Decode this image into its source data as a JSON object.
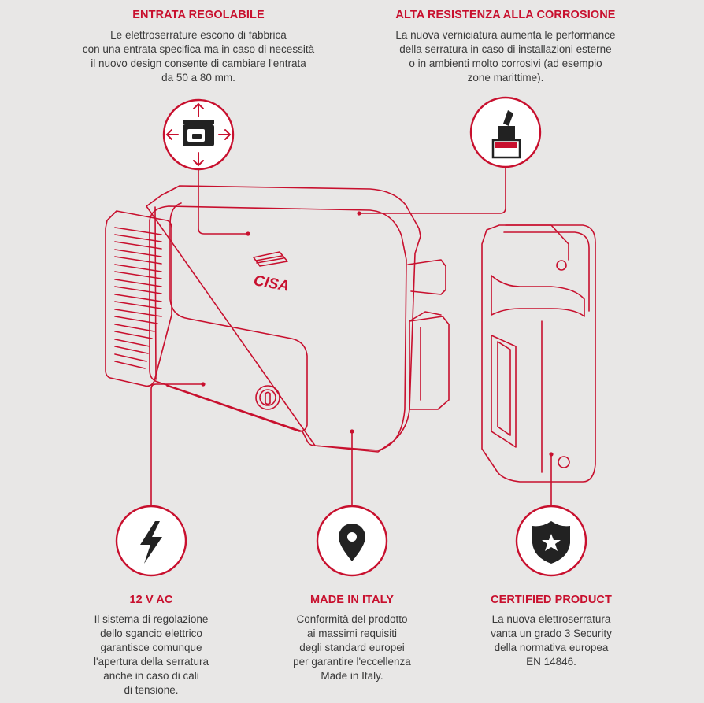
{
  "features": {
    "entrata": {
      "title": "ENTRATA REGOLABILE",
      "description": "Le elettroserrature escono di fabbrica\ncon una entrata specifica ma in caso di necessità\nil nuovo design consente di cambiare l'entrata\nda 50 a 80 mm.",
      "icon": "adjustable-entry-icon"
    },
    "corrosione": {
      "title": "ALTA RESISTENZA ALLA CORROSIONE",
      "description": "La nuova verniciatura aumenta le performance\ndella serratura in caso di installazioni esterne\no in ambienti molto corrosivi (ad esempio\nzone marittime).",
      "icon": "paint-brush-icon"
    },
    "voltage": {
      "title": "12 V AC",
      "description": "Il sistema di regolazione\ndello sgancio elettrico\ngarantisce comunque\nl'apertura della serratura\nanche in caso di cali\ndi tensione.",
      "icon": "lightning-icon"
    },
    "italy": {
      "title": "MADE IN ITALY",
      "description": "Conformità del prodotto\nai massimi requisiti\ndegli standard europei\nper garantire l'eccellenza\nMade in Italy.",
      "icon": "map-pin-icon"
    },
    "certified": {
      "title": "CERTIFIED PRODUCT",
      "description": "La nuova elettroserratura\nvanta un grado 3 Security\ndella normativa europea\nEN 14846.",
      "icon": "shield-star-icon"
    }
  },
  "product": {
    "brand": "CISA"
  },
  "colors": {
    "accent": "#c8102e",
    "background": "#e8e7e6",
    "text": "#3a3a3a"
  }
}
